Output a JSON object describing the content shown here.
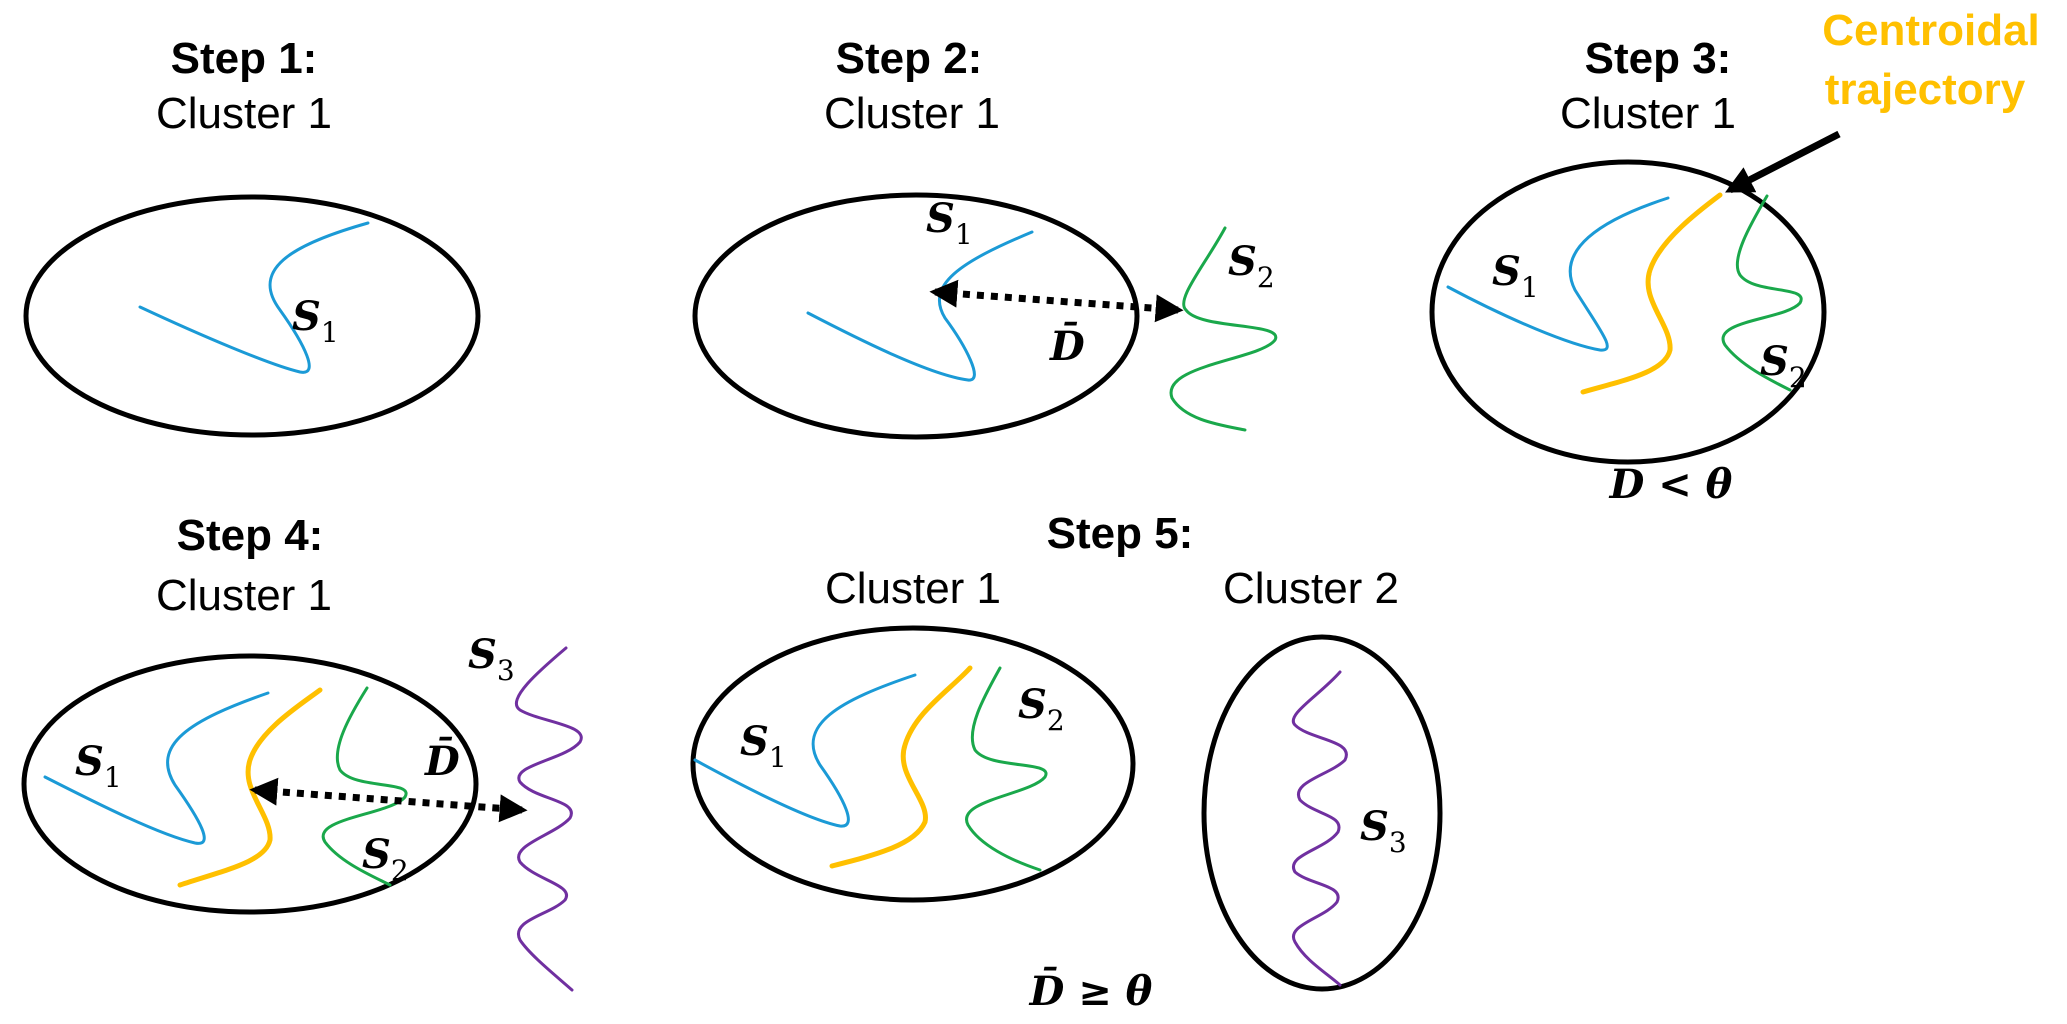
{
  "colors": {
    "s1": "#1B9AD6",
    "s2": "#1AA84B",
    "s3": "#7030A0",
    "centroid": "#FFC000"
  },
  "steps": [
    {
      "title": "Step 1:",
      "cluster_label": "Cluster 1"
    },
    {
      "title": "Step 2:",
      "cluster_label": "Cluster 1"
    },
    {
      "title": "Step 3:",
      "cluster_label": "Cluster 1",
      "condition": "D̄ < θ"
    },
    {
      "title": "Step 4:",
      "cluster_label": "Cluster 1"
    },
    {
      "title": "Step 5:",
      "cluster_labels": [
        "Cluster 1",
        "Cluster 2"
      ],
      "condition": "D̄ ≥ θ"
    }
  ],
  "labels": {
    "s1": "S",
    "s1_idx": "1",
    "s2": "S",
    "s2_idx": "2",
    "s3": "S",
    "s3_idx": "3",
    "dbar": "D̄"
  },
  "annotation": {
    "line1": "Centroidal",
    "line2": "trajectory"
  }
}
